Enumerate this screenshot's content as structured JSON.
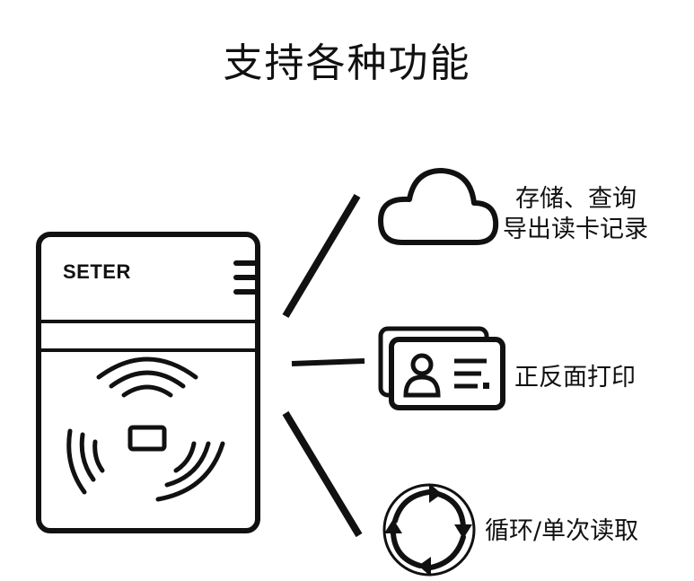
{
  "title": "支持各种功能",
  "device": {
    "brand": "SETER"
  },
  "features": [
    {
      "icon": "cloud-icon",
      "line1": "存储、查询",
      "line2": "导出读卡记录"
    },
    {
      "icon": "id-card-icon",
      "line1": "正反面打印"
    },
    {
      "icon": "cycle-arrows-icon",
      "line1": "循环/单次读取"
    }
  ]
}
